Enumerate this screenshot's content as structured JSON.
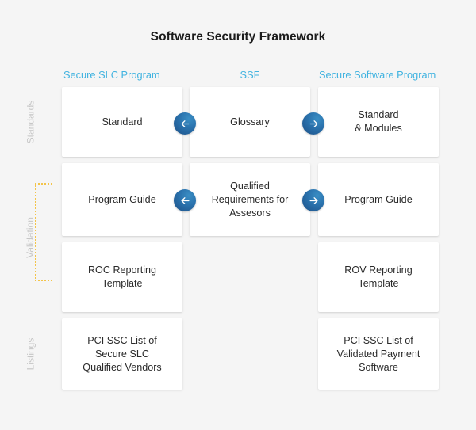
{
  "title": "Software Security Framework",
  "colors": {
    "background": "#f5f5f5",
    "header_blue": "#41b3e0",
    "badge_blue": "#2a72ad",
    "band_label_gray": "#c6c6c6",
    "bracket_amber": "#f3c44a",
    "card_background": "#ffffff",
    "card_text": "#2a2a2a"
  },
  "columns": [
    {
      "label": "Secure SLC Program"
    },
    {
      "label": "SSF"
    },
    {
      "label": "Secure Software Program"
    }
  ],
  "bands": [
    {
      "label": "Standards",
      "highlighted": false
    },
    {
      "label": "Validation",
      "highlighted": true
    },
    {
      "label": "Listings",
      "highlighted": false
    }
  ],
  "rows": [
    {
      "band": "Standards",
      "cards": [
        {
          "text": "Standard"
        },
        {
          "text": "Glossary"
        },
        {
          "text": "Standard\n& Modules"
        }
      ],
      "arrows": [
        {
          "icon": "arrow-left-icon",
          "direction": "left"
        },
        {
          "icon": "arrow-right-icon",
          "direction": "right"
        }
      ]
    },
    {
      "band": "Validation",
      "cards": [
        {
          "text": "Program Guide"
        },
        {
          "text": "Qualified\nRequirements for\nAssesors"
        },
        {
          "text": "Program Guide"
        }
      ],
      "arrows": [
        {
          "icon": "arrow-left-icon",
          "direction": "left"
        },
        {
          "icon": "arrow-right-icon",
          "direction": "right"
        }
      ]
    },
    {
      "band": "Validation",
      "cards": [
        {
          "text": "ROC Reporting\nTemplate"
        },
        {
          "text": ""
        },
        {
          "text": "ROV Reporting\nTemplate"
        }
      ],
      "arrows": []
    },
    {
      "band": "Listings",
      "cards": [
        {
          "text": "PCI SSC List of\nSecure SLC\nQualified Vendors"
        },
        {
          "text": ""
        },
        {
          "text": "PCI SSC List of\nValidated Payment\nSoftware"
        }
      ],
      "arrows": []
    }
  ]
}
